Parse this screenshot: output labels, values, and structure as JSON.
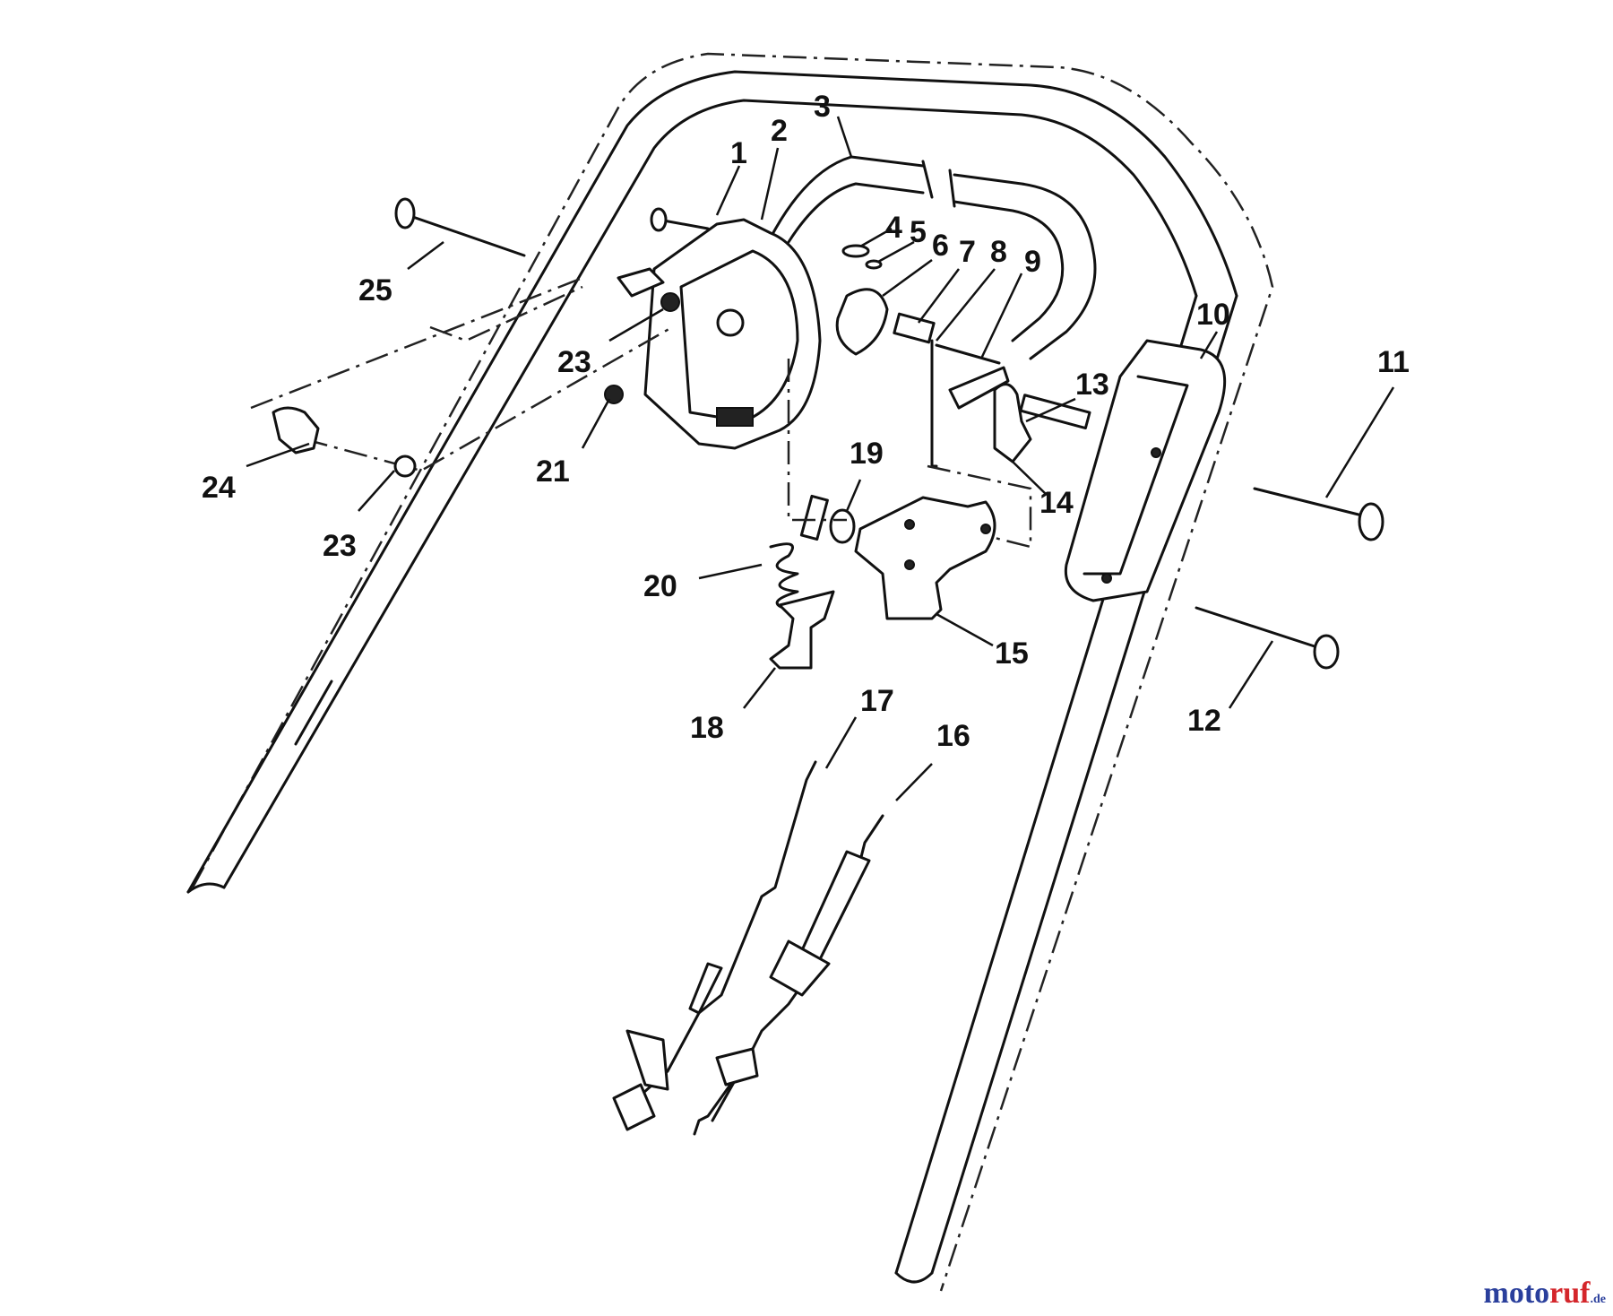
{
  "callouts": [
    {
      "id": "c1",
      "text": "1"
    },
    {
      "id": "c2",
      "text": "2"
    },
    {
      "id": "c3",
      "text": "3"
    },
    {
      "id": "c4",
      "text": "4"
    },
    {
      "id": "c5",
      "text": "5"
    },
    {
      "id": "c6",
      "text": "6"
    },
    {
      "id": "c7",
      "text": "7"
    },
    {
      "id": "c8",
      "text": "8"
    },
    {
      "id": "c9",
      "text": "9"
    },
    {
      "id": "c10",
      "text": "10"
    },
    {
      "id": "c11",
      "text": "11"
    },
    {
      "id": "c12",
      "text": "12"
    },
    {
      "id": "c13",
      "text": "13"
    },
    {
      "id": "c14",
      "text": "14"
    },
    {
      "id": "c15",
      "text": "15"
    },
    {
      "id": "c16",
      "text": "16"
    },
    {
      "id": "c17",
      "text": "17"
    },
    {
      "id": "c18",
      "text": "18"
    },
    {
      "id": "c19",
      "text": "19"
    },
    {
      "id": "c20",
      "text": "20"
    },
    {
      "id": "c21",
      "text": "21"
    },
    {
      "id": "c23a",
      "text": "23"
    },
    {
      "id": "c23b",
      "text": "23"
    },
    {
      "id": "c24",
      "text": "24"
    },
    {
      "id": "c25",
      "text": "25"
    }
  ],
  "watermark": {
    "part1": "moto",
    "part2": "ruf",
    "part3": ".de"
  }
}
